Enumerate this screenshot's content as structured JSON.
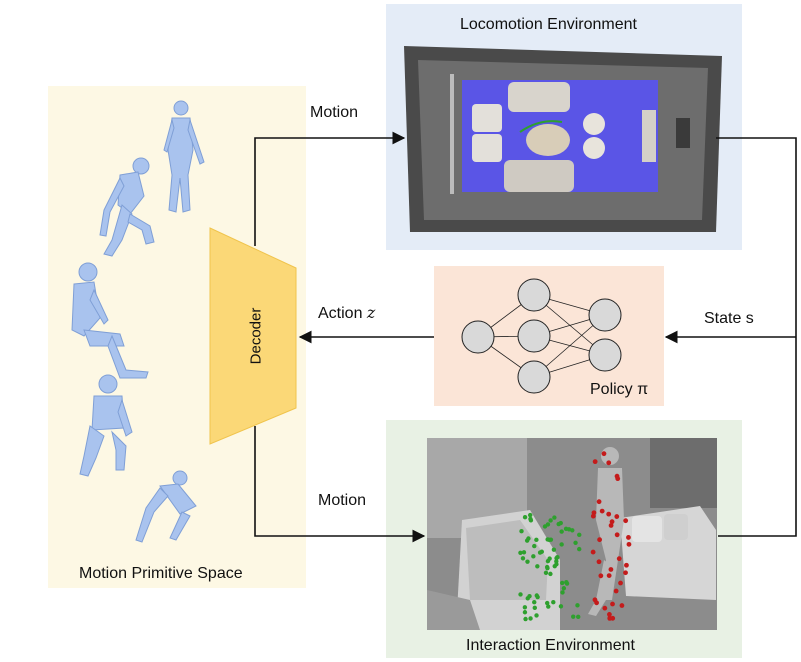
{
  "motion_space": {
    "caption": "Motion Primitive Space"
  },
  "decoder": {
    "label": "Decoder"
  },
  "locomotion": {
    "title": "Locomotion Environment"
  },
  "interaction": {
    "title": "Interaction Environment"
  },
  "policy": {
    "label": "Policy π"
  },
  "arrows": {
    "motion_top": "Motion",
    "motion_bottom": "Motion",
    "action": "Action",
    "action_var": "z",
    "state": "State s"
  },
  "colors": {
    "motion_space_bg": "#fdf8e4",
    "decoder_fill": "#fbd877",
    "locomotion_bg": "#e4ecf7",
    "policy_bg": "#fbe5d7",
    "interaction_bg": "#e8f1e4",
    "body_mesh": "#a9c3ee",
    "floor": "#5a55e6",
    "contact_green": "#2ea02e",
    "contact_red": "#c41b1b"
  }
}
